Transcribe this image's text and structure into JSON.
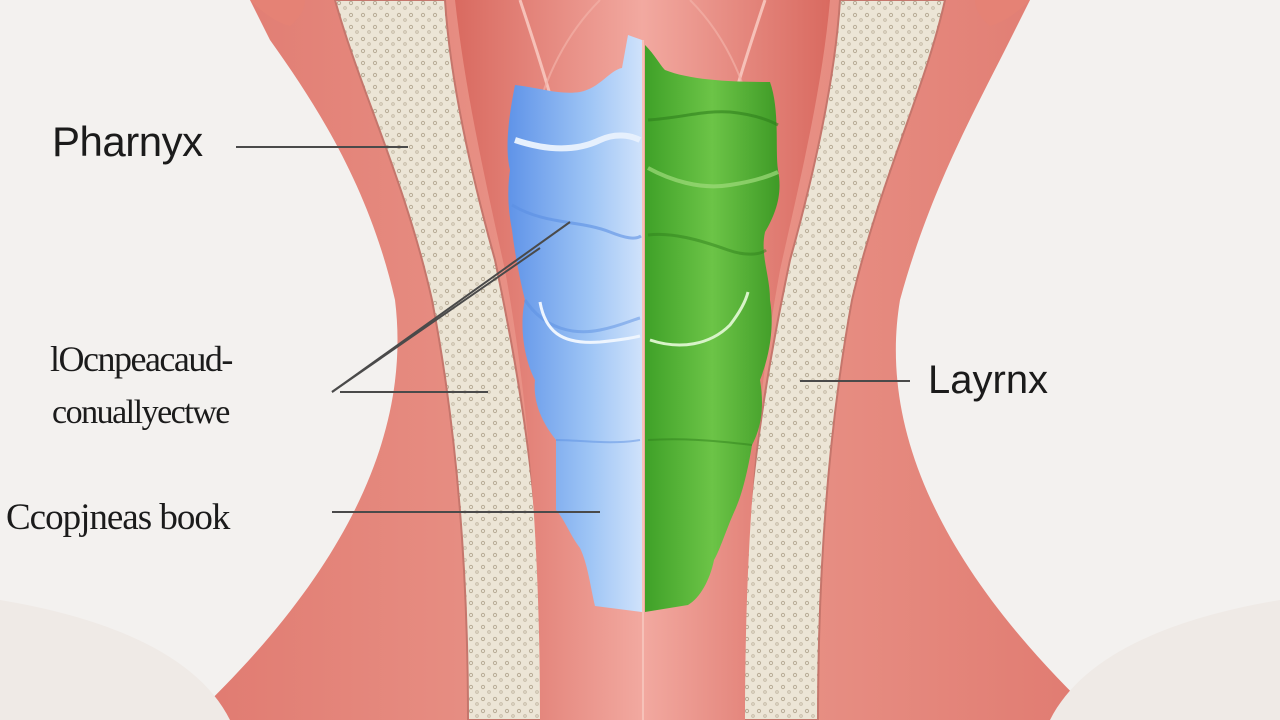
{
  "diagram": {
    "labels": {
      "pharynx": "Pharnyx",
      "larynx": "Layrnx",
      "left_mid_line1": "lOcnpeacaud-",
      "left_mid_line2": "conuallyectwe",
      "left_lower": "Ccopjneas book"
    },
    "colors": {
      "background": "#f3f1ef",
      "skin": "#e8877c",
      "skin_dark": "#d76b62",
      "cartilage": "#e9e2d4",
      "left_structure_blue": "#79a9ef",
      "right_structure_green": "#5cb83a",
      "leader_line": "#4a4a4a"
    }
  }
}
